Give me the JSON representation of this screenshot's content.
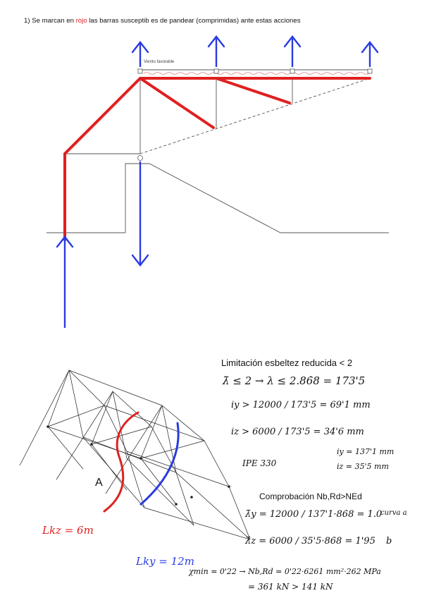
{
  "caption": {
    "prefix": "1) Se marcan en",
    "highlight": "rojo",
    "suffix": "las barras susceptib es de pandear (comprimidas) ante estas acciones"
  },
  "truss_label": "Viento favorable",
  "colors": {
    "compressed": "#e02020",
    "force_arrow": "#2a3be0",
    "structure": "#555555",
    "ink": "#111111"
  },
  "calc": {
    "limit_title": "Limitación esbeltez reducida < 2",
    "line1": "λ̄ ≤ 2  →  λ ≤ 2.86̇8 = 173'5",
    "iy_line": "iy >  12000 / 173'5  = 69'1 mm",
    "iz_line": "iz >  6000 / 173'5  = 34'6 mm",
    "profile": "IPE 330",
    "iy_profile": "iy = 137'1 mm",
    "iz_profile": "iz = 35'5 mm",
    "check_title": "Comprobación Nb,Rd>NEd",
    "lambda_y": "λ̄y =  12000 / 137'1·86̇8  = 1.0",
    "curve_a": "curva a",
    "lambda_z": "λ̄z =  6000 / 35'5·86̇8  = 1'95",
    "curve_b": "b",
    "chi_line": "χmin = 0'22 → Nb,Rd = 0'22·6261 mm²·262 MPa",
    "result_line": "= 361 kN > 141 kN"
  },
  "sketch": {
    "point_label": "A",
    "lkz": "Lkz = 6m",
    "lky": "Lky = 12m"
  }
}
